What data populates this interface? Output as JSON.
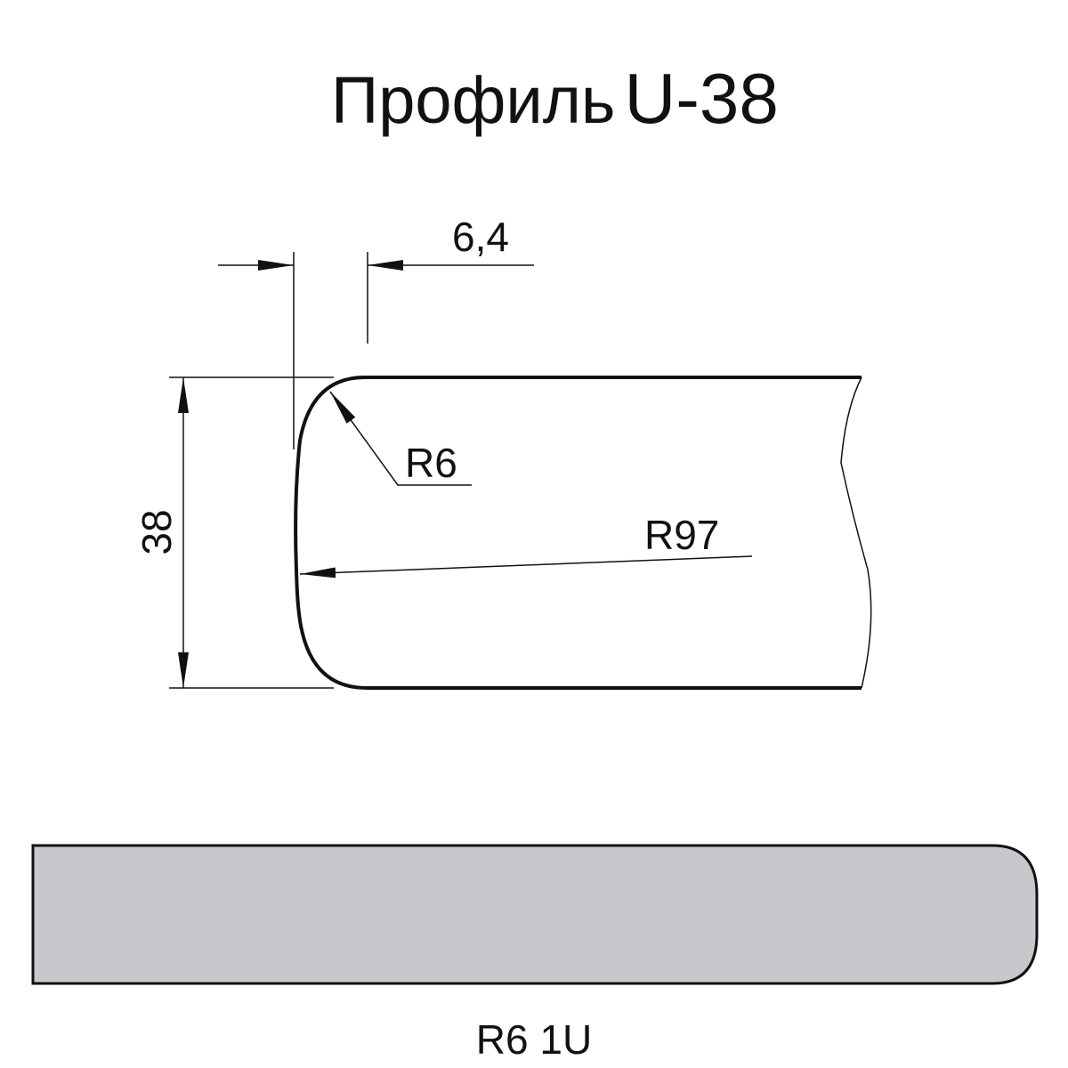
{
  "title": {
    "word": "Профиль",
    "code": "U-38"
  },
  "dimensions": {
    "offset": "6,4",
    "height": "38",
    "corner_radius": "R6",
    "edge_radius": "R97"
  },
  "bar_label": "R6 1U",
  "colors": {
    "line": "#111111",
    "bar_fill": "#c8c8cc"
  }
}
